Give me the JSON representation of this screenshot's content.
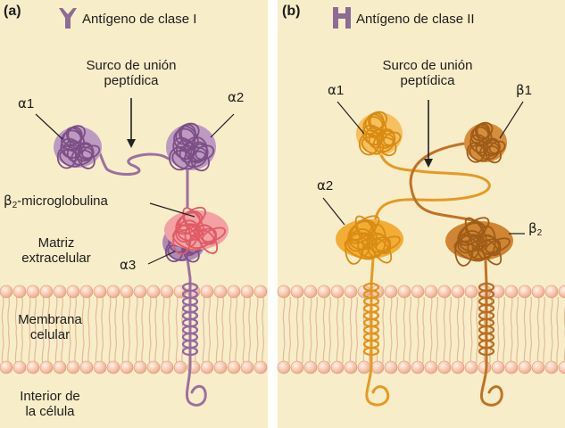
{
  "panel_a": {
    "label": "(a)",
    "title": "Antígeno de clase I",
    "groove": [
      "Surco de unión",
      "peptídica"
    ],
    "alpha1": {
      "sym": "α",
      "num": "1"
    },
    "alpha2": {
      "sym": "α",
      "num": "2"
    },
    "alpha3": {
      "sym": "α",
      "num": "3"
    },
    "b2m": {
      "sym": "β",
      "num": "2",
      "rest": "-microglobulina"
    }
  },
  "panel_b": {
    "label": "(b)",
    "title": "Antígeno de clase II",
    "groove": [
      "Surco de unión",
      "peptídica"
    ],
    "alpha1": {
      "sym": "α",
      "num": "1"
    },
    "alpha2": {
      "sym": "α",
      "num": "2"
    },
    "beta1": {
      "sym": "β",
      "num": "1"
    },
    "beta2": {
      "sym": "β",
      "num": "2"
    }
  },
  "regions": {
    "extracellular": [
      "Matriz",
      "extracelular"
    ],
    "membrane": [
      "Membrana",
      "celular"
    ],
    "interior": [
      "Interior de",
      "la célula"
    ]
  },
  "colors": {
    "panel_background": "#f8edc9",
    "membrane_head": "#f7c1a6",
    "class1_protein": "#a277a7",
    "class1_beta2m": "#ef7d84",
    "class2_alpha": "#efa52b",
    "class2_beta": "#c67c2a"
  }
}
